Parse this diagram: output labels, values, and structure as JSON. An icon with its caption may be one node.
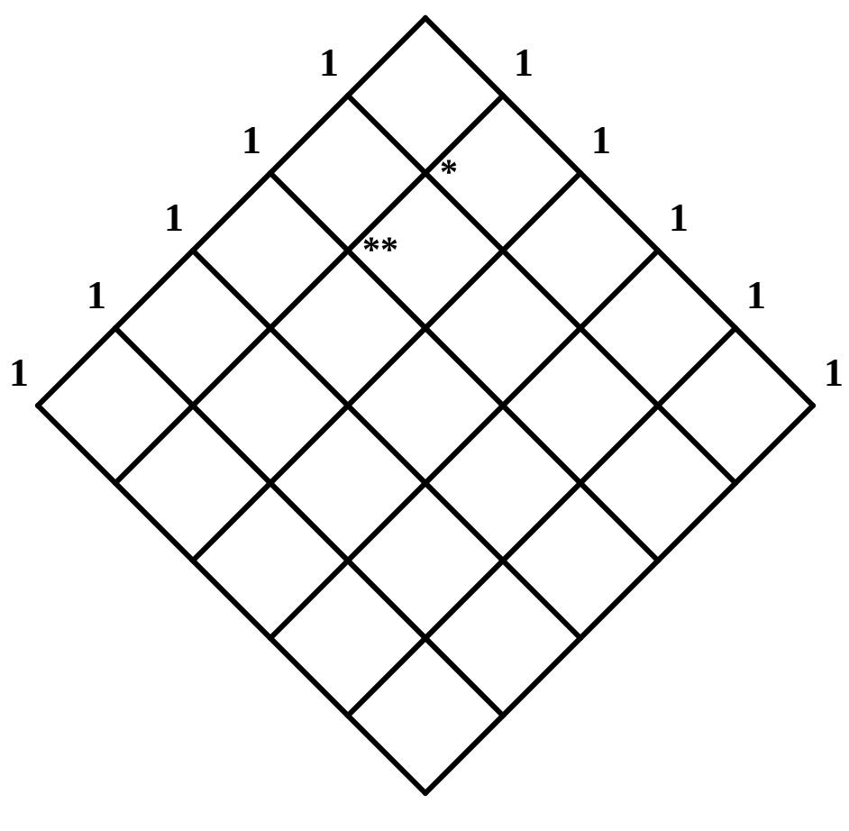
{
  "diagram": {
    "labels": [
      "1",
      "1",
      "1",
      "1",
      "*",
      "1",
      "1",
      "**",
      "1",
      "1",
      "1",
      "1"
    ]
  }
}
